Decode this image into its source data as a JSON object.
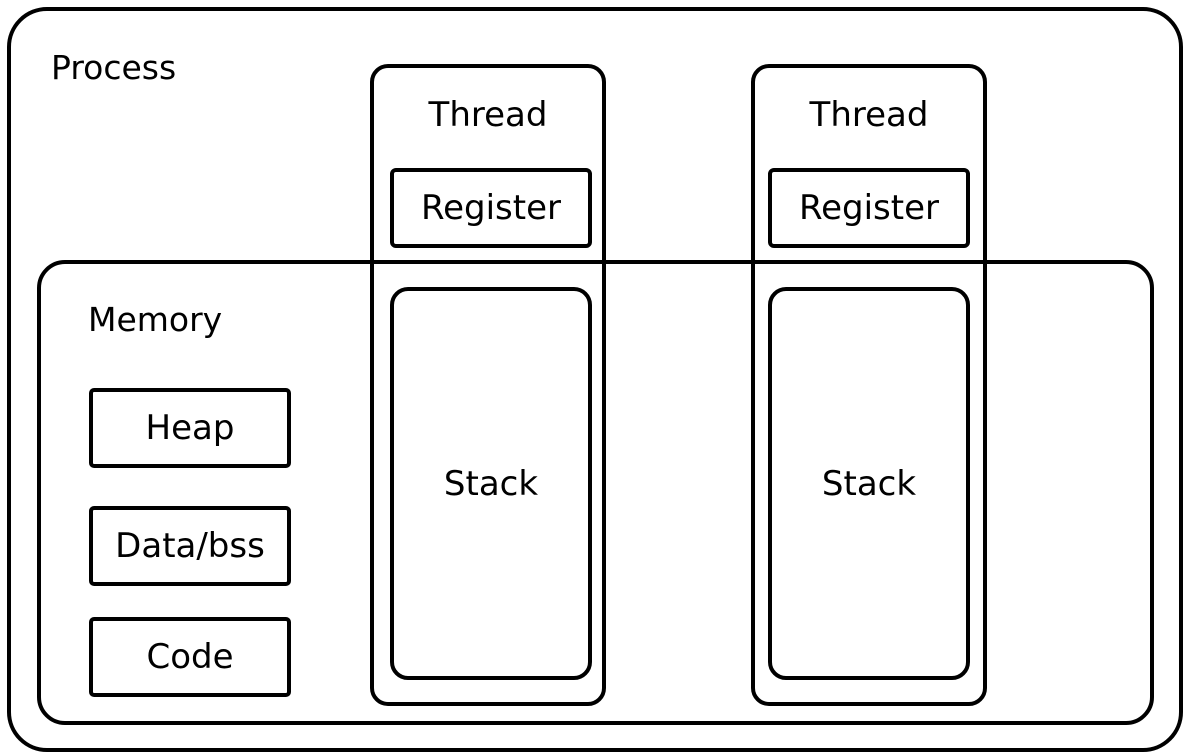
{
  "process": {
    "label": "Process"
  },
  "memory": {
    "label": "Memory",
    "segments": [
      "Heap",
      "Data/bss",
      "Code"
    ]
  },
  "threads": [
    {
      "label": "Thread",
      "register": "Register",
      "stack": "Stack"
    },
    {
      "label": "Thread",
      "register": "Register",
      "stack": "Stack"
    }
  ]
}
